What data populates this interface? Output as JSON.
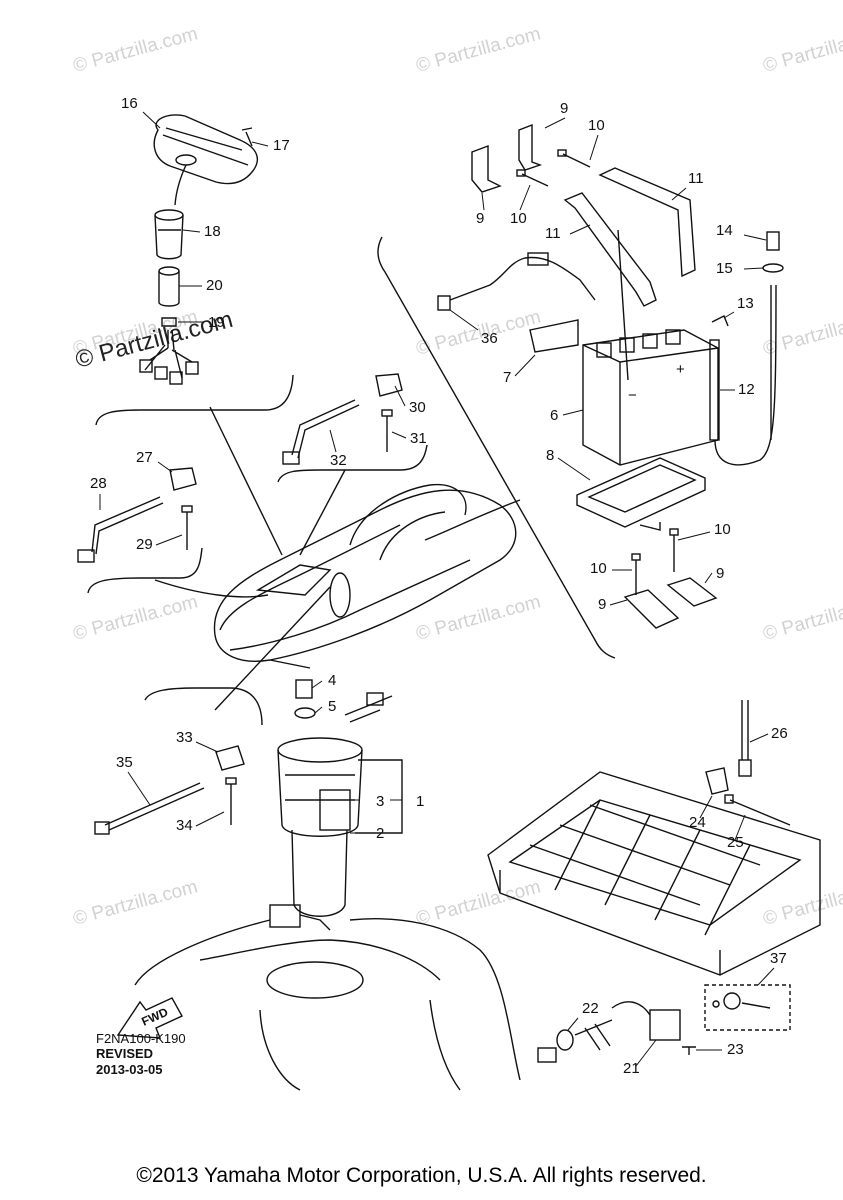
{
  "watermark": "© Partzilla.com",
  "diagram_code": "F2NA100-K190",
  "revised_label": "REVISED",
  "revised_date": "2013-03-05",
  "fwd_label": "FWD",
  "battery_symbols": {
    "minus": "−",
    "plus": "+"
  },
  "copyright": "©2013 Yamaha Motor Corporation, U.S.A. All rights reserved.",
  "callouts": [
    "1",
    "2",
    "3",
    "4",
    "5",
    "6",
    "7",
    "8",
    "9",
    "10",
    "11",
    "12",
    "13",
    "14",
    "15",
    "16",
    "17",
    "18",
    "19",
    "20",
    "21",
    "22",
    "23",
    "24",
    "25",
    "26",
    "27",
    "28",
    "29",
    "30",
    "31",
    "32",
    "33",
    "34",
    "35",
    "36",
    "37"
  ],
  "colors": {
    "line": "#111111",
    "watermark": "#d2d2d2",
    "background": "#ffffff"
  }
}
